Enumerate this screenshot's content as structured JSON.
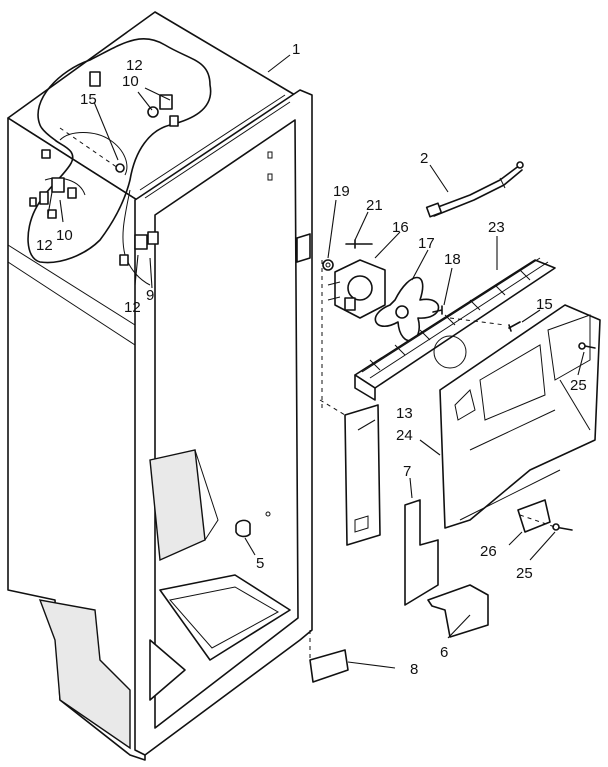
{
  "callouts": [
    {
      "id": "c1",
      "text": "1"
    },
    {
      "id": "c2",
      "text": "2"
    },
    {
      "id": "c5",
      "text": "5"
    },
    {
      "id": "c6",
      "text": "6"
    },
    {
      "id": "c7",
      "text": "7"
    },
    {
      "id": "c8",
      "text": "8"
    },
    {
      "id": "c9",
      "text": "9"
    },
    {
      "id": "c10a",
      "text": "10"
    },
    {
      "id": "c10b",
      "text": "10"
    },
    {
      "id": "c12a",
      "text": "12"
    },
    {
      "id": "c12b",
      "text": "12"
    },
    {
      "id": "c12c",
      "text": "12"
    },
    {
      "id": "c13",
      "text": "13"
    },
    {
      "id": "c15a",
      "text": "15"
    },
    {
      "id": "c15b",
      "text": "15"
    },
    {
      "id": "c16",
      "text": "16"
    },
    {
      "id": "c17",
      "text": "17"
    },
    {
      "id": "c18",
      "text": "18"
    },
    {
      "id": "c19",
      "text": "19"
    },
    {
      "id": "c21",
      "text": "21"
    },
    {
      "id": "c23",
      "text": "23"
    },
    {
      "id": "c24",
      "text": "24"
    },
    {
      "id": "c25a",
      "text": "25"
    },
    {
      "id": "c25b",
      "text": "25"
    },
    {
      "id": "c26",
      "text": "26"
    }
  ]
}
